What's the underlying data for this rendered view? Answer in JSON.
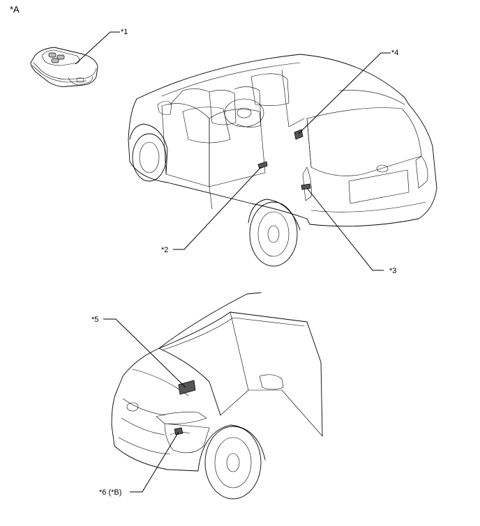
{
  "view_label": "*A",
  "callouts": {
    "c1": "*1",
    "c2": "*2",
    "c3": "*3",
    "c4": "*4",
    "c5": "*5",
    "c6": "*6 (*B)"
  },
  "components": {
    "key": "electrical-key-transmitter",
    "rear_car": "vehicle-rear-three-quarter-view",
    "front_car": "vehicle-front-three-quarter-view"
  }
}
